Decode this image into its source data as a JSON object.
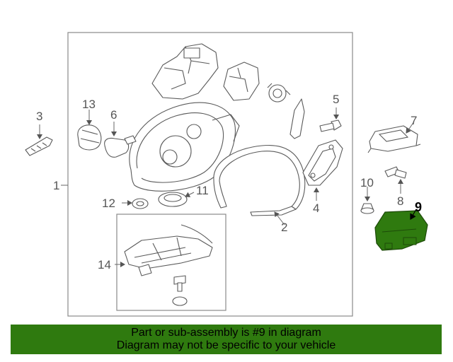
{
  "callouts": {
    "c1": "1",
    "c2": "2",
    "c3": "3",
    "c4": "4",
    "c5": "5",
    "c6": "6",
    "c7": "7",
    "c8": "8",
    "c9": "9",
    "c10": "10",
    "c11": "11",
    "c12": "12",
    "c13": "13",
    "c14": "14"
  },
  "highlight_part": "9",
  "colors": {
    "highlight_fill": "#2f7a0f",
    "banner_bg": "#2f7a0f",
    "line": "#5a5a5a"
  },
  "banner": {
    "line1": "Part or sub-assembly is #9 in diagram",
    "line2": "Diagram may not be specific to your vehicle"
  }
}
